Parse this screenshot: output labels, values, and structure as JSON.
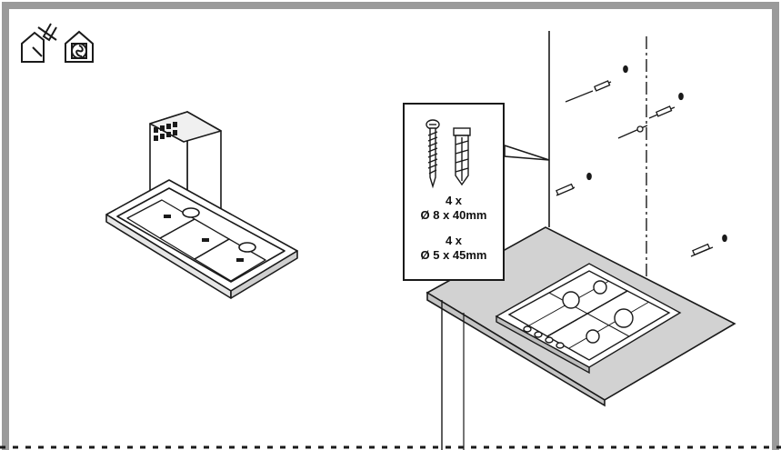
{
  "icons": {
    "installer": "house-with-tools-icon",
    "ventilation": "house-with-fan-icon"
  },
  "callout": {
    "fixing_sets": [
      {
        "quantity": "4 x",
        "size": "Ø 8 x 40mm"
      },
      {
        "quantity": "4 x",
        "size": "Ø 5 x 45mm"
      }
    ]
  },
  "colors": {
    "frame": "#9a9a9a",
    "line": "#1a1a1a",
    "worktop": "#d2d2d2"
  }
}
